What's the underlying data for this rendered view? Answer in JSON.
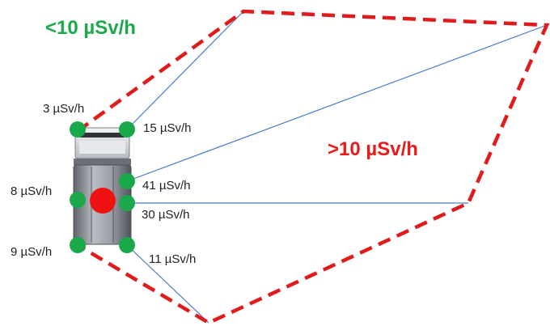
{
  "zones": {
    "low": {
      "label": "<10 µSv/h",
      "color": "#1aaa4a"
    },
    "high": {
      "label": ">10 µSv/h",
      "color": "#e81c1c"
    }
  },
  "measurements": {
    "top_left": "3 µSv/h",
    "top_right": "15 µSv/h",
    "right_upper": "41 µSv/h",
    "left_middle": "8 µSv/h",
    "right_middle": "30 µSv/h",
    "bottom_left": "9 µSv/h",
    "bottom_right": "11 µSv/h"
  },
  "colors": {
    "boundary": "#e01b1b",
    "projection_line": "#4a7cc7",
    "measurement_point": "#1aa84a",
    "source": "#ee1111",
    "container_body": "#8a8f96",
    "container_top": "#d8dbe0"
  },
  "icons": {
    "source": "radiation-source-icon",
    "point": "measurement-point-icon",
    "container": "container-icon"
  }
}
